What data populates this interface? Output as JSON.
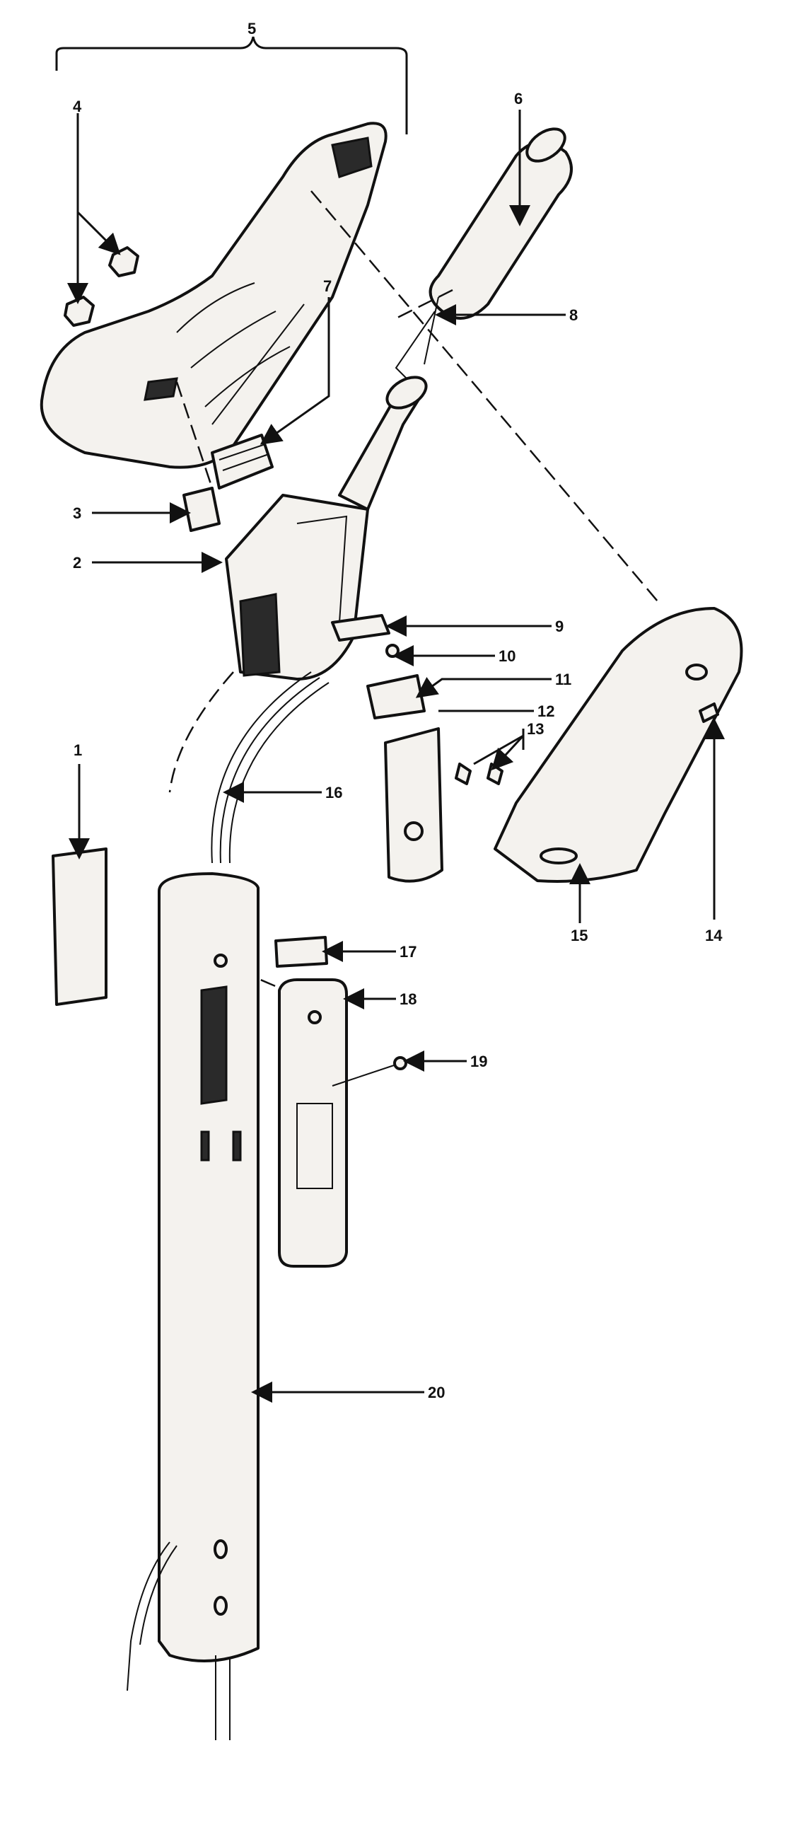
{
  "callouts": [
    "1",
    "2",
    "3",
    "4",
    "5",
    "6",
    "7",
    "8",
    "9",
    "10",
    "11",
    "12",
    "13",
    "14",
    "15",
    "16",
    "17",
    "18",
    "19",
    "20"
  ],
  "colors": {
    "ink": "#111111",
    "paper": "#ffffff",
    "part_fill": "#f4f2ee"
  }
}
